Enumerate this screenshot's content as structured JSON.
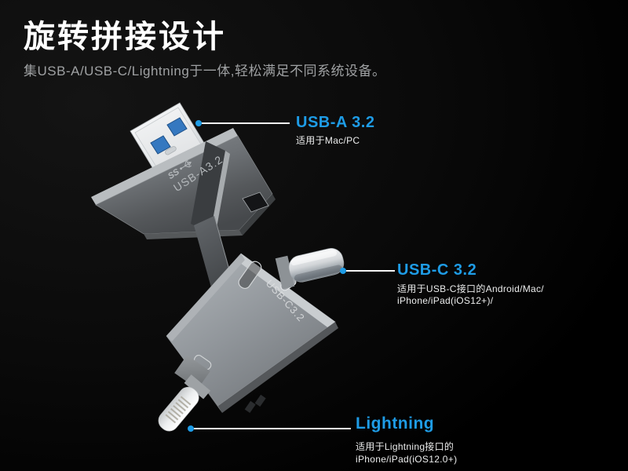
{
  "meta": {
    "background": "#000000",
    "accent_blue": "#1e9ce6",
    "leader_line": "#f5f5f5"
  },
  "header": {
    "title": "旋转拼接设计",
    "subtitle": "集USB-A/USB-C/Lightning于一体,轻松满足不同系统设备。"
  },
  "product": {
    "engraving_ss": "SS",
    "engraving_usb_a": "USB-A3.2",
    "engraving_usb_c": "USB-C3.2"
  },
  "callouts": [
    {
      "label": "USB-A 3.2",
      "description": [
        "适用于Mac/PC"
      ]
    },
    {
      "label": "USB-C 3.2",
      "description": [
        "适用于USB-C接口的Android/Mac/",
        "iPhone/iPad(iOS12+)/"
      ]
    },
    {
      "label": "Lightning",
      "description": [
        "适用于Lightning接口的",
        "iPhone/iPad(iOS12.0+)"
      ]
    }
  ]
}
